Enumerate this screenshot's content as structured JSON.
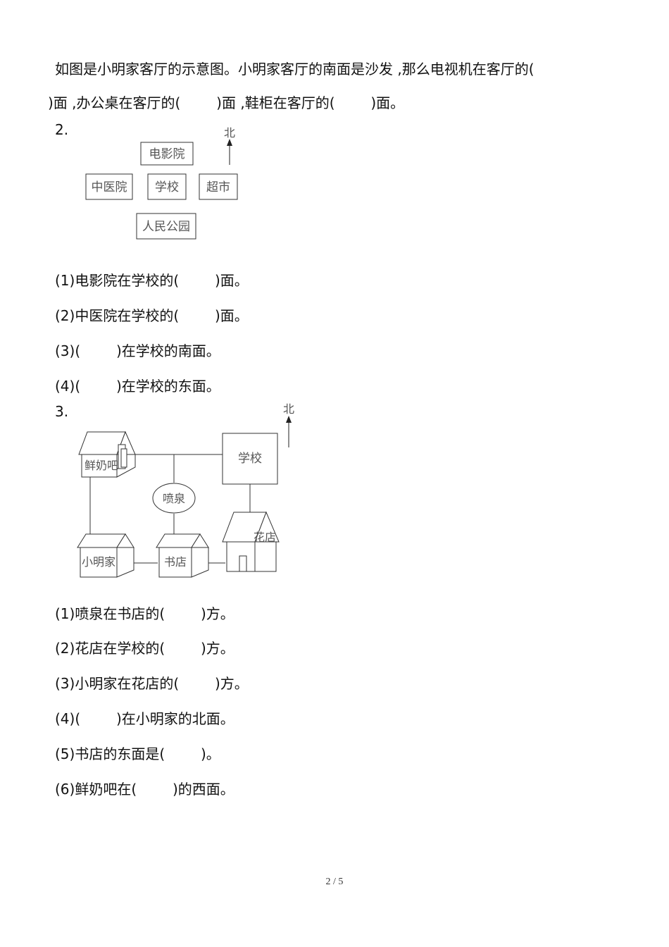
{
  "intro": {
    "line1": "如图是小明家客厅的示意图。小明家客厅的南面是沙发 ,那么电视机在客厅的(",
    "line2": ")面 ,办公桌在客厅的(        )面 ,鞋柜在客厅的(        )面。"
  },
  "q2": {
    "number": "2.",
    "map": {
      "north": "北",
      "cinema": "电影院",
      "tcm_hospital": "中医院",
      "school": "学校",
      "supermarket": "超市",
      "park": "人民公园"
    },
    "items": [
      "(1)电影院在学校的(        )面。",
      "(2)中医院在学校的(        )面。",
      "(3)(        )在学校的南面。",
      "(4)(        )在学校的东面。"
    ]
  },
  "q3": {
    "number": "3.",
    "map": {
      "north": "北",
      "milk_bar": "鲜奶吧",
      "school": "学校",
      "fountain": "喷泉",
      "xiaoming_home": "小明家",
      "bookstore": "书店",
      "flower_shop": "花店"
    },
    "items": [
      "(1)喷泉在书店的(        )方。",
      "(2)花店在学校的(        )方。",
      "(3)小明家在花店的(        )方。",
      "(4)(        )在小明家的北面。",
      "(5)书店的东面是(        )。",
      "(6)鲜奶吧在(        )的西面。"
    ]
  },
  "footer": {
    "page": "2 / 5"
  }
}
